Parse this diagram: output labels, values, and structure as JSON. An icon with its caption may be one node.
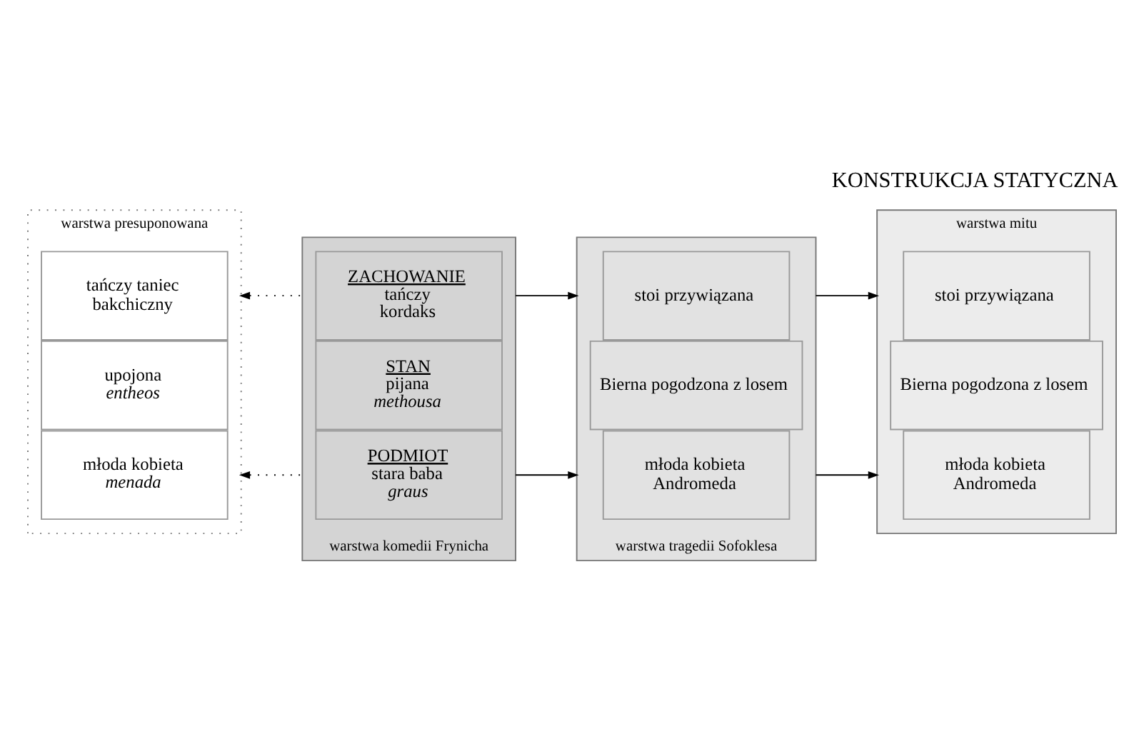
{
  "diagram": {
    "title": "KONSTRUKCJA STATYCZNA",
    "nodes": [
      {
        "text": [
          "warstwa presuponowana"
        ]
      },
      {
        "text": [
          "młoda kobieta",
          "menada"
        ],
        "in": 0
      },
      {
        "text": [
          "upojona",
          "entheos"
        ],
        "in": 0
      },
      {
        "text": [
          "tańczy taniec",
          "bakchiczny"
        ],
        "in": 0
      },
      {
        "text": [
          "warstwa komedii Frynicha"
        ]
      },
      {
        "text": [
          "PODMIOT",
          "stara baba",
          "graus"
        ],
        "in": 4
      },
      {
        "text": [
          "STAN",
          "pijana",
          "methousa"
        ],
        "in": 4
      },
      {
        "text": [
          "ZACHOWANIE",
          "tańczy",
          "kordaks"
        ],
        "in": 4
      },
      {
        "text": [
          "warstwa tragedii Sofoklesa"
        ]
      },
      {
        "text": [
          "młoda kobieta",
          "Andromeda"
        ],
        "in": 8
      },
      {
        "text": [
          "Bierna pogodzona z losem"
        ],
        "in": 8
      },
      {
        "text": [
          "stoi przywiązana"
        ],
        "in": 8
      },
      {
        "text": [
          "warstwa mitu"
        ]
      },
      {
        "text": [
          "młoda kobieta",
          "Andromeda"
        ],
        "in": 12
      },
      {
        "text": [
          "Bierna pogodzona z losem"
        ],
        "in": 12
      },
      {
        "text": [
          "stoi przywiązana"
        ],
        "in": 12
      }
    ],
    "edges": [
      {
        "from": 4,
        "to": 0,
        "arrow": "to",
        "style": "dashed"
      },
      {
        "from": 4,
        "to": 0,
        "arrow": "to",
        "style": "dashed"
      },
      {
        "from": 4,
        "to": 8,
        "arrow": "to"
      },
      {
        "from": 4,
        "to": 8,
        "arrow": "to"
      },
      {
        "from": 8,
        "to": 12,
        "arrow": "to"
      },
      {
        "from": 8,
        "to": 12,
        "arrow": "to"
      }
    ]
  }
}
